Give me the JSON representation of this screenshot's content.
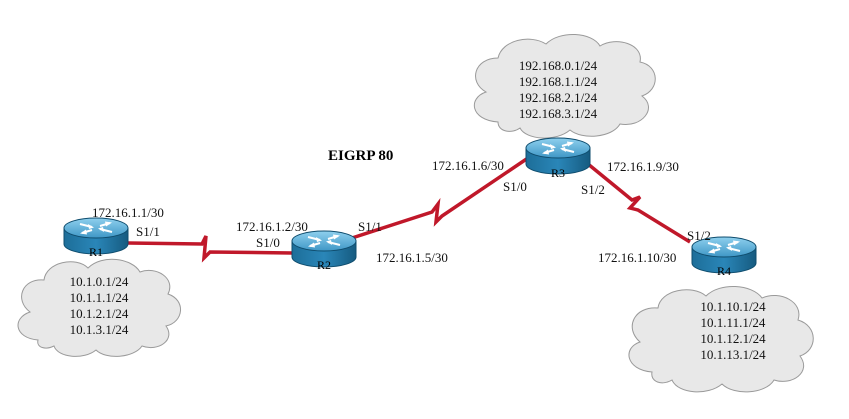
{
  "title": "EIGRP 80",
  "routers": [
    {
      "name": "R1"
    },
    {
      "name": "R2"
    },
    {
      "name": "R3"
    },
    {
      "name": "R4"
    }
  ],
  "interfaces": {
    "r1_ip": "172.16.1.1/30",
    "r1_port": "S1/1",
    "r2_left_ip": "172.16.1.2/30",
    "r2_left_port": "S1/0",
    "r2_right_port": "S1/1",
    "r2_right_ip": "172.16.1.5/30",
    "r3_left_ip": "172.16.1.6/30",
    "r3_left_port": "S1/0",
    "r3_right_ip": "172.16.1.9/30",
    "r3_right_port": "S1/2",
    "r4_port": "S1/2",
    "r4_ip": "172.16.1.10/30"
  },
  "networks": {
    "r1": [
      "10.1.0.1/24",
      "10.1.1.1/24",
      "10.1.2.1/24",
      "10.1.3.1/24"
    ],
    "r3": [
      "192.168.0.1/24",
      "192.168.1.1/24",
      "192.168.2.1/24",
      "192.168.3.1/24"
    ],
    "r4": [
      "10.1.10.1/24",
      "10.1.11.1/24",
      "10.1.12.1/24",
      "10.1.13.1/24"
    ]
  },
  "colors": {
    "serial_link": "#c0182a",
    "router_body": "#1f78a8",
    "router_top": "#5fb3dc",
    "cloud_fill": "#e8e8e8",
    "cloud_stroke": "#9a9a9a"
  }
}
